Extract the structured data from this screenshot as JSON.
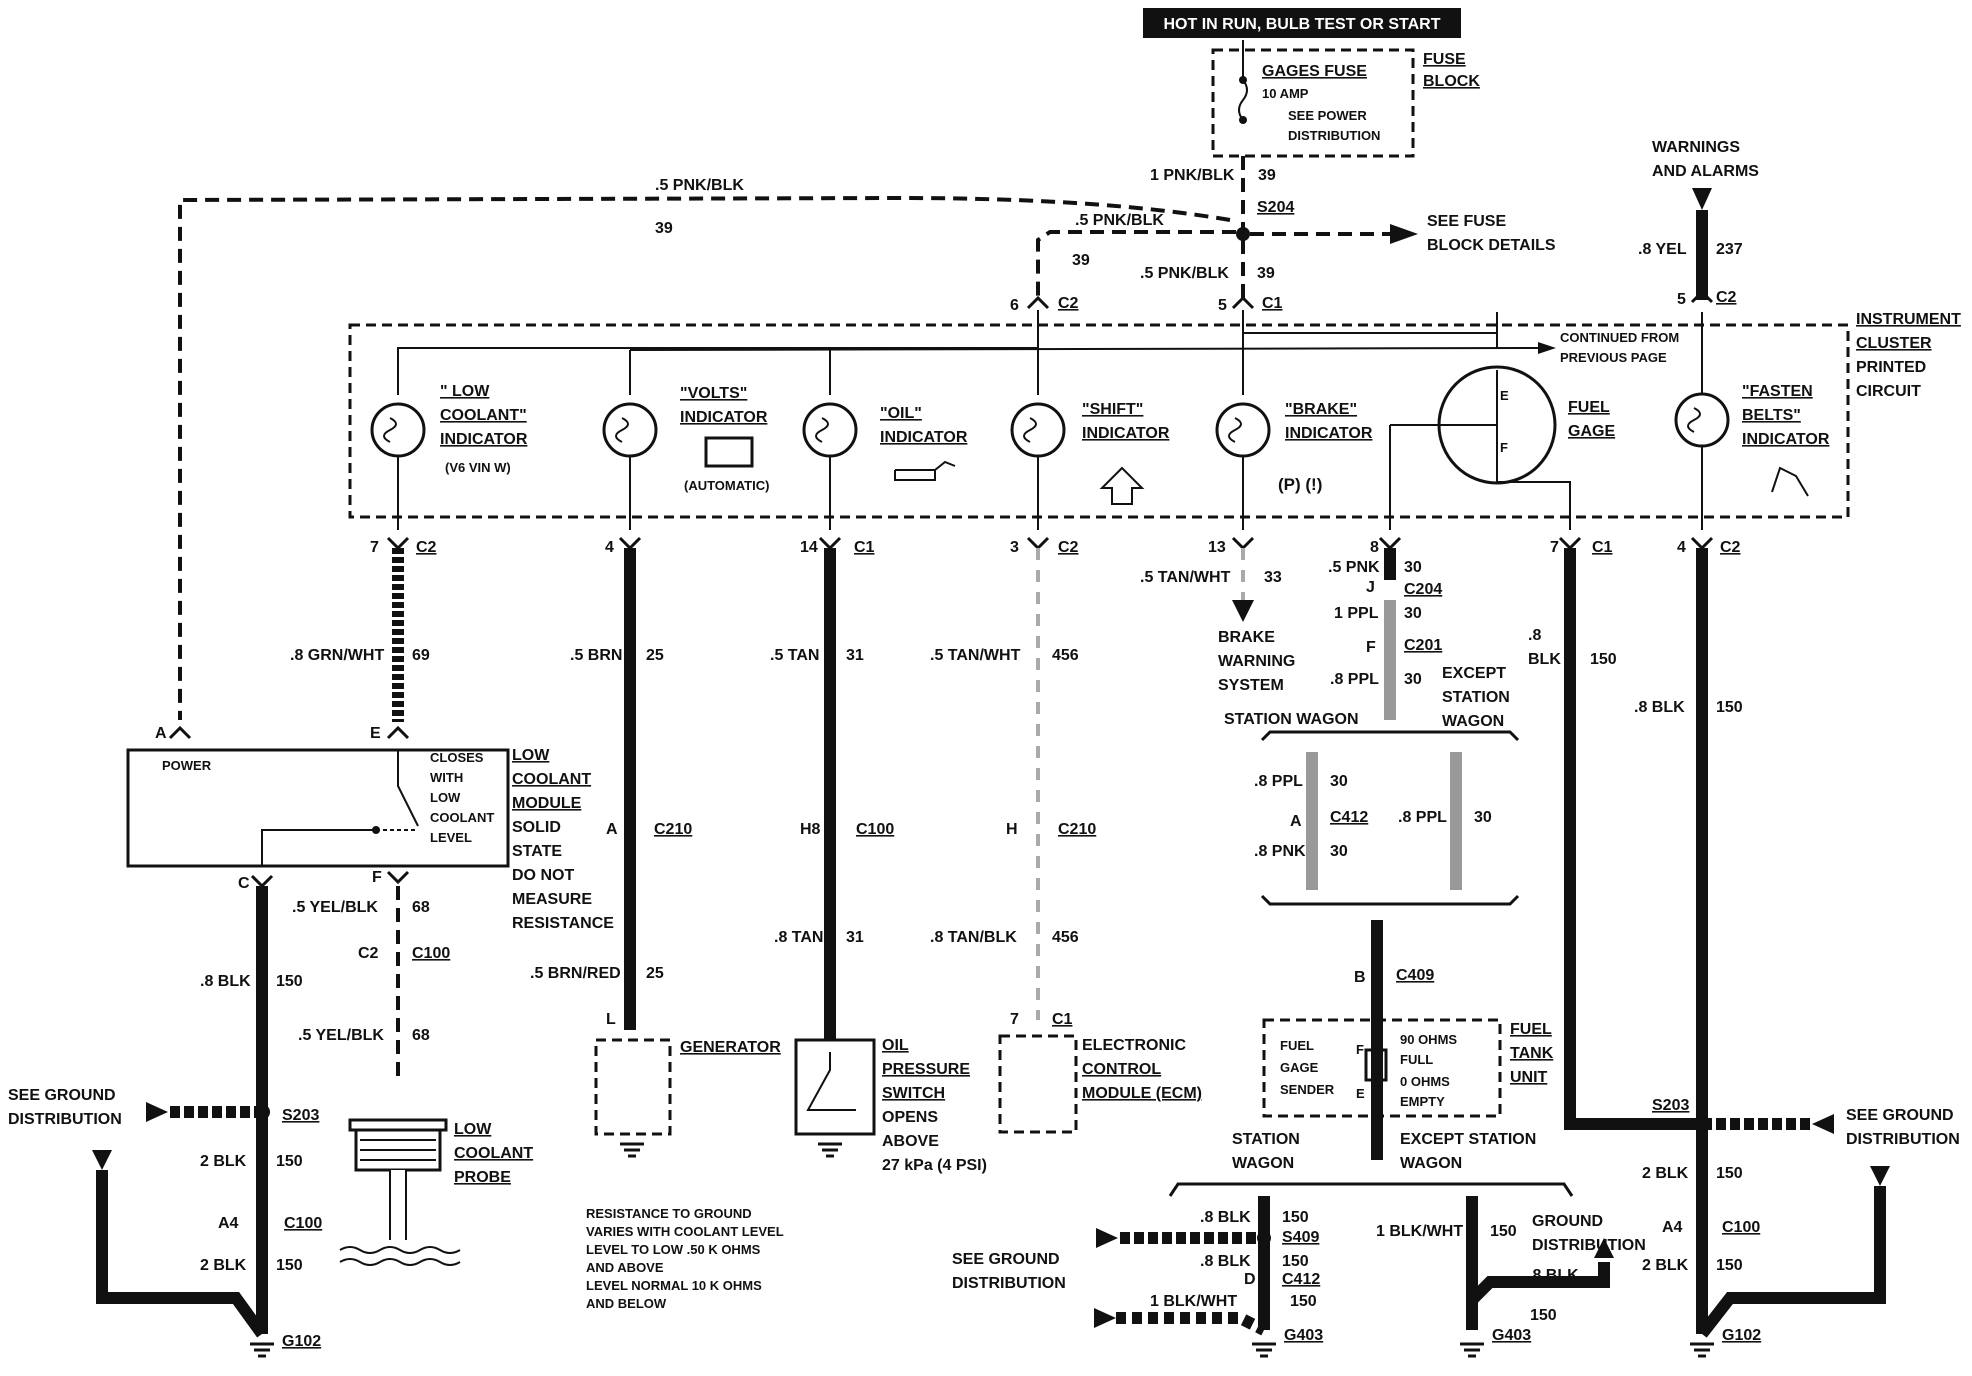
{
  "header": {
    "power_label": "HOT IN RUN, BULB TEST OR START"
  },
  "fuse": {
    "name": "GAGES FUSE",
    "rating": "10 AMP",
    "note1": "SEE POWER",
    "note2": "DISTRIBUTION",
    "block_label1": "FUSE",
    "block_label2": "BLOCK"
  },
  "cluster": {
    "label1": "INSTRUMENT",
    "label2": "CLUSTER",
    "label3": "PRINTED",
    "label4": "CIRCUIT",
    "continued1": "CONTINUED FROM",
    "continued2": "PREVIOUS PAGE"
  },
  "indicators": {
    "low_coolant": {
      "l1": "\" LOW",
      "l2": "COOLANT\"",
      "l3": "INDICATOR",
      "note": "(V6 VIN W)"
    },
    "volts": {
      "l1": "\"VOLTS\"",
      "l2": "INDICATOR",
      "note": "(AUTOMATIC)"
    },
    "oil": {
      "l1": "\"OIL\"",
      "l2": "INDICATOR"
    },
    "shift": {
      "l1": "\"SHIFT\"",
      "l2": "INDICATOR"
    },
    "brake": {
      "l1": "\"BRAKE\"",
      "l2": "INDICATOR",
      "symbols": "(P) (!)"
    },
    "fuel_gage": {
      "l1": "FUEL",
      "l2": "GAGE",
      "e": "E",
      "f": "F"
    },
    "fasten_belts": {
      "l1": "\"FASTEN",
      "l2": "BELTS\"",
      "l3": "INDICATOR"
    }
  },
  "warnings": {
    "l1": "WARNINGS",
    "l2": "AND ALARMS"
  },
  "fuse_details": {
    "l1": "SEE FUSE",
    "l2": "BLOCK DETAILS"
  },
  "wires": {
    "top_pnk_blk": ".5 PNK/BLK",
    "top_39": "39",
    "fuse_out": "1 PNK/BLK",
    "fuse_out_num": "39",
    "s204": "S204",
    "s204_left": ".5 PNK/BLK",
    "s204_left_num": "39",
    "s204_down": ".5 PNK/BLK",
    "s204_down_num": "39",
    "yel": ".8 YEL",
    "yel_num": "237",
    "grn_wht": ".8 GRN/WHT",
    "grn_wht_num": "69",
    "brn": ".5 BRN",
    "brn_num": "25",
    "tan": ".5 TAN",
    "tan_num": "31",
    "tan_wht": ".5 TAN/WHT",
    "tan_wht_num": "456",
    "tan_wht2": ".5 TAN/WHT",
    "tan_wht2_num": "33",
    "pnk": ".5 PNK",
    "pnk_num": "30",
    "ppl1": "1 PPL",
    "ppl1_num": "30",
    "ppl8": ".8 PPL",
    "ppl8_num": "30",
    "blk8_fuel": ".8",
    "blk8_fuel2": "BLK",
    "blk8_fuel_num": "150",
    "blk8_right": ".8 BLK",
    "blk8_right_num": "150",
    "yel_blk": ".5 YEL/BLK",
    "yel_blk_num": "68",
    "yel_blk2": ".5 YEL/BLK",
    "yel_blk2_num": "68",
    "blk8_left": ".8 BLK",
    "blk8_left_num": "150",
    "blk2": "2 BLK",
    "blk2_num": "150",
    "brn_red": ".5 BRN/RED",
    "brn_red_num": "25",
    "tan8": ".8 TAN",
    "tan8_num": "31",
    "tan_blk": ".8 TAN/BLK",
    "tan_blk_num": "456",
    "ppl8a": ".8 PPL",
    "ppl8a_num": "30",
    "ppl8b": ".8 PPL",
    "ppl8b_num": "30",
    "pnk8": ".8 PNK",
    "pnk8_num": "30",
    "blk8_s409": ".8 BLK",
    "blk8_s409_num": "150",
    "blk_wht": "1 BLK/WHT",
    "blk_wht_num": "150",
    "blk8_g403": ".8 BLK",
    "blk8_g403_num": "150"
  },
  "connectors": {
    "c2": "C2",
    "c1": "C1",
    "c204": "C204",
    "c201": "C201",
    "c412": "C412",
    "c409": "C409",
    "c210": "C210",
    "c100": "C100",
    "s203": "S203",
    "s409": "S409",
    "g102": "G102",
    "g403": "G403",
    "p6": "6",
    "p5": "5",
    "p5b": "5",
    "p7": "7",
    "p4": "4",
    "p14": "14",
    "p3": "3",
    "p13": "13",
    "p8": "8",
    "p7b": "7",
    "p4b": "4",
    "pJ": "J",
    "pF": "F",
    "pA": "A",
    "pE": "E",
    "pC": "C",
    "pF2": "F",
    "pA2": "A",
    "pH8": "H8",
    "pH": "H",
    "pC2": "C2",
    "pA4": "A4",
    "pL": "L",
    "p7c": "7",
    "pB": "B",
    "pD": "D",
    "pA3": "A"
  },
  "modules": {
    "low_coolant_module": {
      "power": "POWER",
      "closes": "CLOSES",
      "with": "WITH",
      "low": "LOW",
      "coolant": "COOLANT",
      "level": "LEVEL",
      "title1": "LOW",
      "title2": "COOLANT",
      "title3": "MODULE",
      "n1": "SOLID",
      "n2": "STATE",
      "n3": "DO NOT",
      "n4": "MEASURE",
      "n5": "RESISTANCE"
    },
    "probe": {
      "l1": "LOW",
      "l2": "COOLANT",
      "l3": "PROBE"
    },
    "generator": "GENERATOR",
    "oil_switch": {
      "l1": "OIL",
      "l2": "PRESSURE",
      "l3": "SWITCH",
      "l4": "OPENS",
      "l5": "ABOVE",
      "l6": "27 kPa (4 PSI)"
    },
    "ecm": {
      "l1": "ELECTRONIC",
      "l2": "CONTROL",
      "l3": "MODULE (ECM)"
    },
    "fuel_tank": {
      "l1": "FUEL",
      "l2": "TANK",
      "l3": "UNIT",
      "s1": "FUEL",
      "s2": "GAGE",
      "s3": "SENDER",
      "r1": "90 OHMS",
      "r2": "FULL",
      "r3": "0 OHMS",
      "r4": "EMPTY",
      "f": "F",
      "e": "E"
    }
  },
  "brake_system": {
    "l1": "BRAKE",
    "l2": "WARNING",
    "l3": "SYSTEM"
  },
  "variants": {
    "station_wagon": "STATION WAGON",
    "except1": "EXCEPT",
    "except2": "STATION",
    "except3": "WAGON",
    "sw_bottom1": "STATION",
    "sw_bottom2": "WAGON",
    "except_bottom1": "EXCEPT STATION",
    "except_bottom2": "WAGON"
  },
  "ground": {
    "see_ground1": "SEE GROUND",
    "see_ground2": "DISTRIBUTION",
    "right_see1": "SEE GROUND",
    "right_see2": "DISTRIBUTION",
    "mid_see1": "SEE GROUND",
    "mid_see2": "DISTRIBUTION",
    "gd1": "GROUND",
    "gd2": "DISTRIBUTION"
  },
  "resistance_note": {
    "l1": "RESISTANCE TO GROUND",
    "l2": "VARIES WITH COOLANT LEVEL",
    "l3": "LEVEL TO LOW .50 K OHMS",
    "l4": "AND ABOVE",
    "l5": "LEVEL NORMAL 10 K OHMS",
    "l6": "AND BELOW"
  }
}
